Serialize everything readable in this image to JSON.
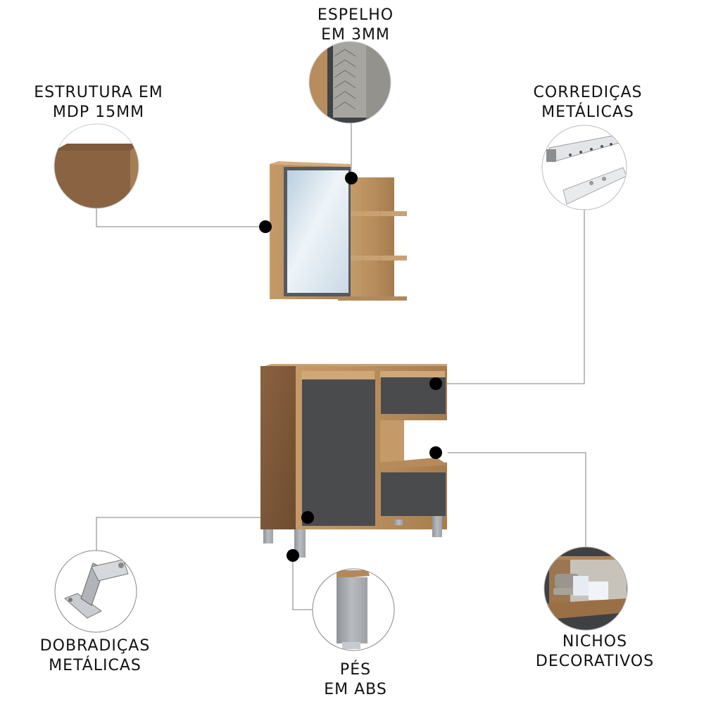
{
  "features": [
    {
      "id": "espelho",
      "lines": [
        "ESPELHO",
        "EM 3MM"
      ]
    },
    {
      "id": "estrutura",
      "lines": [
        "ESTRUTURA EM",
        "MDP 15MM"
      ]
    },
    {
      "id": "corredicas",
      "lines": [
        "CORREDIÇAS",
        "METÁLICAS"
      ]
    },
    {
      "id": "dobradicas",
      "lines": [
        "DOBRADIÇAS",
        "METÁLICAS"
      ]
    },
    {
      "id": "pes",
      "lines": [
        "PÉS",
        "EM ABS"
      ]
    },
    {
      "id": "nichos",
      "lines": [
        "NICHOS",
        "DECORATIVOS"
      ]
    }
  ],
  "colors": {
    "wood": "#b08a5c",
    "wood_dark": "#8a6442",
    "panel_gray": "#4a4b4d",
    "leg": "#a9adb2",
    "mirror": "#dbe8f1",
    "line": "#9a9a9a",
    "dot": "#000000"
  }
}
